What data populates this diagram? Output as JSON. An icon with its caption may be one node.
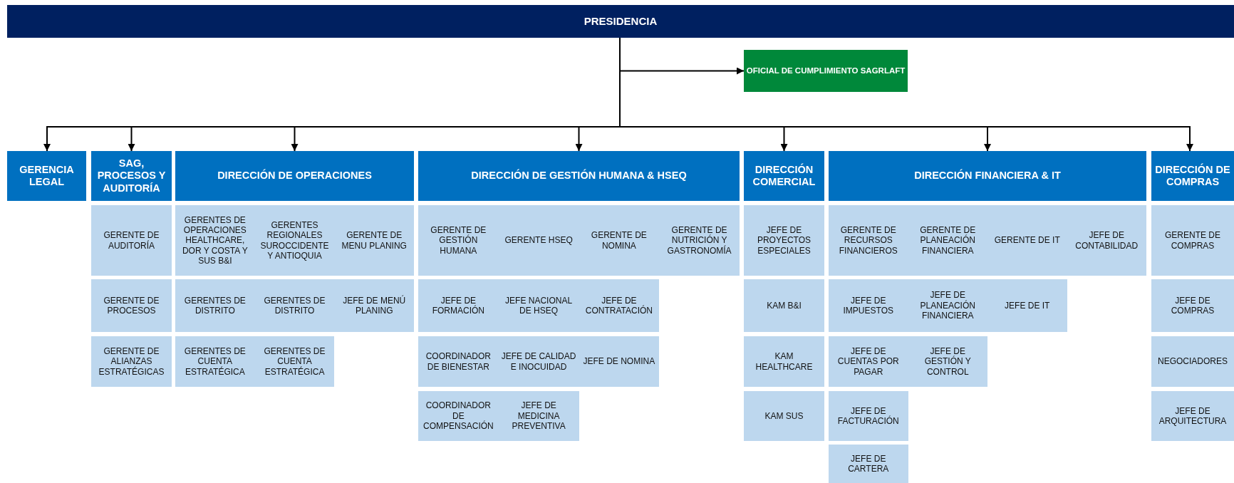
{
  "diagram": {
    "nodes": [
      {
        "text": [
          "PRESIDENCIA"
        ]
      },
      {
        "text": [
          "OFICIAL DE CUMPLIMIENTO SAGRLAFT"
        ]
      },
      {
        "text": [
          "GERENCIA LEGAL"
        ]
      },
      {
        "text": [
          "SAG, PROCESOS Y AUDITORÍA"
        ]
      },
      {
        "text": [
          "DIRECCIÓN DE OPERACIONES"
        ]
      },
      {
        "text": [
          "DIRECCIÓN DE GESTIÓN HUMANA & HSEQ"
        ]
      },
      {
        "text": [
          "DIRECCIÓN COMERCIAL"
        ]
      },
      {
        "text": [
          "DIRECCIÓN FINANCIERA & IT"
        ]
      },
      {
        "text": [
          "DIRECCIÓN DE COMPRAS"
        ]
      },
      {
        "text": [
          "GERENTE DE AUDITORÍA"
        ]
      },
      {
        "text": [
          "GERENTE DE PROCESOS"
        ]
      },
      {
        "text": [
          "GERENTE DE ALIANZAS ESTRATÉGICAS"
        ]
      },
      {
        "text": [
          "GERENTES DE OPERACIONES HEALTHCARE, DOR Y COSTA Y SUS B&I"
        ]
      },
      {
        "text": [
          "GERENTES REGIONALES SUROCCIDENTE Y ANTIOQUIA"
        ]
      },
      {
        "text": [
          "GERENTE DE MENU PLANING"
        ]
      },
      {
        "text": [
          "GERENTES DE DISTRITO"
        ]
      },
      {
        "text": [
          "GERENTES DE DISTRITO"
        ]
      },
      {
        "text": [
          "JEFE DE MENÚ PLANING"
        ]
      },
      {
        "text": [
          "GERENTES DE CUENTA ESTRATÉGICA"
        ]
      },
      {
        "text": [
          "GERENTES DE CUENTA ESTRATÉGICA"
        ]
      },
      {
        "text": [
          "GERENTE DE GESTIÓN HUMANA"
        ]
      },
      {
        "text": [
          "GERENTE HSEQ"
        ]
      },
      {
        "text": [
          "GERENTE DE NOMINA"
        ]
      },
      {
        "text": [
          "GERENTE DE NUTRICIÓN Y GASTRONOMÍA"
        ]
      },
      {
        "text": [
          "JEFE DE FORMACIÓN"
        ]
      },
      {
        "text": [
          "JEFE NACIONAL DE HSEQ"
        ]
      },
      {
        "text": [
          "JEFE DE CONTRATACIÓN"
        ]
      },
      {
        "text": [
          "COORDINADOR DE BIENESTAR"
        ]
      },
      {
        "text": [
          "JEFE DE CALIDAD E INOCUIDAD"
        ]
      },
      {
        "text": [
          "JEFE DE NOMINA"
        ]
      },
      {
        "text": [
          "COORDINADOR DE COMPENSACIÓN"
        ]
      },
      {
        "text": [
          "JEFE DE MEDICINA PREVENTIVA"
        ]
      },
      {
        "text": [
          "JEFE DE PROYECTOS ESPECIALES"
        ]
      },
      {
        "text": [
          "KAM B&I"
        ]
      },
      {
        "text": [
          "KAM HEALTHCARE"
        ]
      },
      {
        "text": [
          "KAM SUS"
        ]
      },
      {
        "text": [
          "GERENTE DE RECURSOS FINANCIEROS"
        ]
      },
      {
        "text": [
          "GERENTE DE PLANEACIÓN FINANCIERA"
        ]
      },
      {
        "text": [
          "GERENTE DE IT"
        ]
      },
      {
        "text": [
          "JEFE DE CONTABILIDAD"
        ]
      },
      {
        "text": [
          "JEFE DE IMPUESTOS"
        ]
      },
      {
        "text": [
          "JEFE DE PLANEACIÓN FINANCIERA"
        ]
      },
      {
        "text": [
          "JEFE DE IT"
        ]
      },
      {
        "text": [
          "JEFE DE CUENTAS POR PAGAR"
        ]
      },
      {
        "text": [
          "JEFE DE GESTIÓN Y CONTROL"
        ]
      },
      {
        "text": [
          "JEFE DE FACTURACIÓN"
        ]
      },
      {
        "text": [
          "JEFE DE CARTERA"
        ]
      },
      {
        "text": [
          "GERENTE DE COMPRAS"
        ]
      },
      {
        "text": [
          "JEFE DE COMPRAS"
        ]
      },
      {
        "text": [
          "NEGOCIADORES"
        ]
      },
      {
        "text": [
          "JEFE DE ARQUITECTURA"
        ]
      }
    ],
    "edges": [
      {
        "from": 0,
        "to": 1,
        "arrow": "to"
      },
      {
        "from": 0,
        "to": 2,
        "arrow": "to"
      },
      {
        "from": 0,
        "to": 3,
        "arrow": "to"
      },
      {
        "from": 0,
        "to": 4,
        "arrow": "to"
      },
      {
        "from": 0,
        "to": 5,
        "arrow": "to"
      },
      {
        "from": 0,
        "to": 6,
        "arrow": "to"
      },
      {
        "from": 0,
        "to": 7,
        "arrow": "to"
      },
      {
        "from": 0,
        "to": 8,
        "arrow": "to"
      }
    ]
  }
}
